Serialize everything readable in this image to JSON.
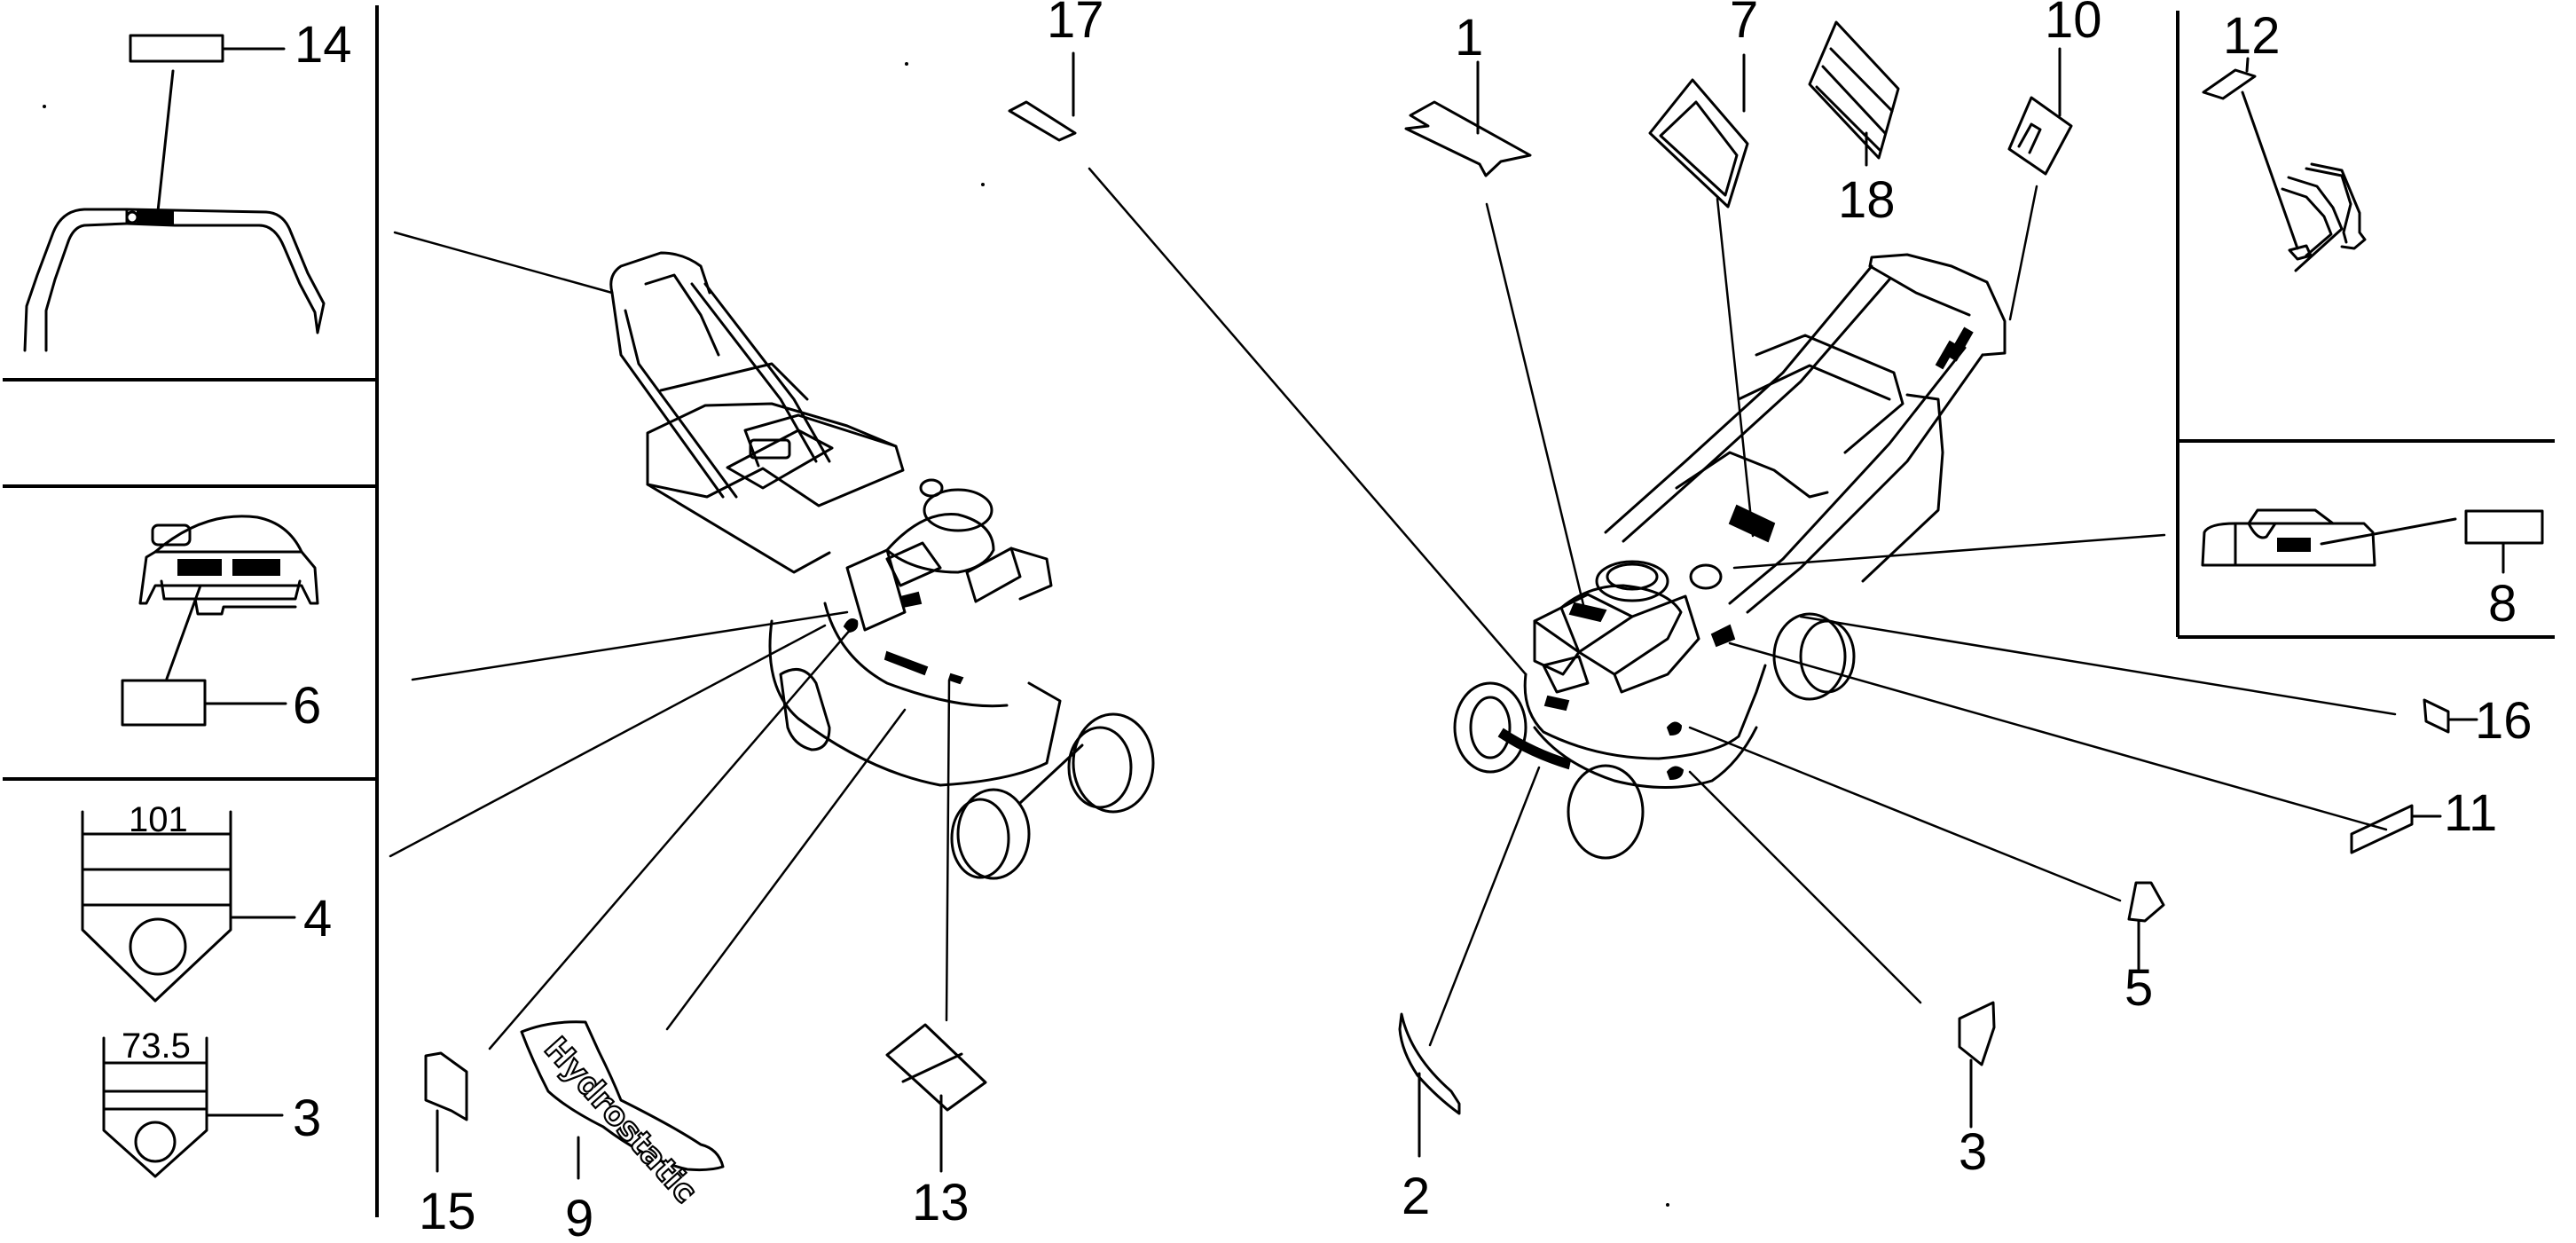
{
  "diagram": {
    "type": "parts-exploded-view",
    "subject": "lawn mower decals / labels",
    "colors": {
      "line": "#000000",
      "background": "#ffffff"
    },
    "callouts": {
      "c1": "1",
      "c2": "2",
      "c3_right": "3",
      "c3_inset": "3",
      "c4": "4",
      "c5": "5",
      "c6": "6",
      "c7": "7",
      "c8": "8",
      "c9": "9",
      "c10": "10",
      "c11": "11",
      "c12": "12",
      "c13": "13",
      "c14": "14",
      "c15": "15",
      "c16": "16",
      "c17": "17",
      "c18": "18"
    },
    "dimensions": {
      "label4_width": "101",
      "label3_width": "73.5"
    },
    "decal_text": {
      "hydrostatic": "Hydrostatic"
    },
    "parts": [
      {
        "ref": "1",
        "shape": "notched strip decal",
        "location": "engine cover front (right view)"
      },
      {
        "ref": "2",
        "shape": "curved strip decal",
        "location": "front deck edge (right view)"
      },
      {
        "ref": "3",
        "shape": "pentagon label 73.5",
        "location": "deck side (right view / left inset)"
      },
      {
        "ref": "4",
        "shape": "pentagon label 101",
        "location": "left inset"
      },
      {
        "ref": "5",
        "shape": "pentagon label",
        "location": "deck top (right view)"
      },
      {
        "ref": "6",
        "shape": "rectangular label",
        "location": "engine shroud (left inset)"
      },
      {
        "ref": "7",
        "shape": "framed rectangle decal",
        "location": "grass bag (right view)"
      },
      {
        "ref": "8",
        "shape": "rectangular label",
        "location": "engine side (right inset)"
      },
      {
        "ref": "9",
        "shape": "Hydrostatic logo decal",
        "location": "deck (left view)"
      },
      {
        "ref": "10",
        "shape": "U-shaped decal",
        "location": "handle (right view)"
      },
      {
        "ref": "11",
        "shape": "parallelogram label",
        "location": "engine cover side (right view)"
      },
      {
        "ref": "12",
        "shape": "small label",
        "location": "handle lever (right inset)"
      },
      {
        "ref": "13",
        "shape": "split square decal",
        "location": "deck front (left view)"
      },
      {
        "ref": "14",
        "shape": "rectangular label",
        "location": "handle bar (left inset)"
      },
      {
        "ref": "15",
        "shape": "small label",
        "location": "deck side (left view)"
      },
      {
        "ref": "16",
        "shape": "small label",
        "location": "rear (right view)"
      },
      {
        "ref": "17",
        "shape": "strip label",
        "location": "engine front (right view)"
      },
      {
        "ref": "18",
        "shape": "three-band decal",
        "location": "grass bag (right view)"
      }
    ]
  }
}
